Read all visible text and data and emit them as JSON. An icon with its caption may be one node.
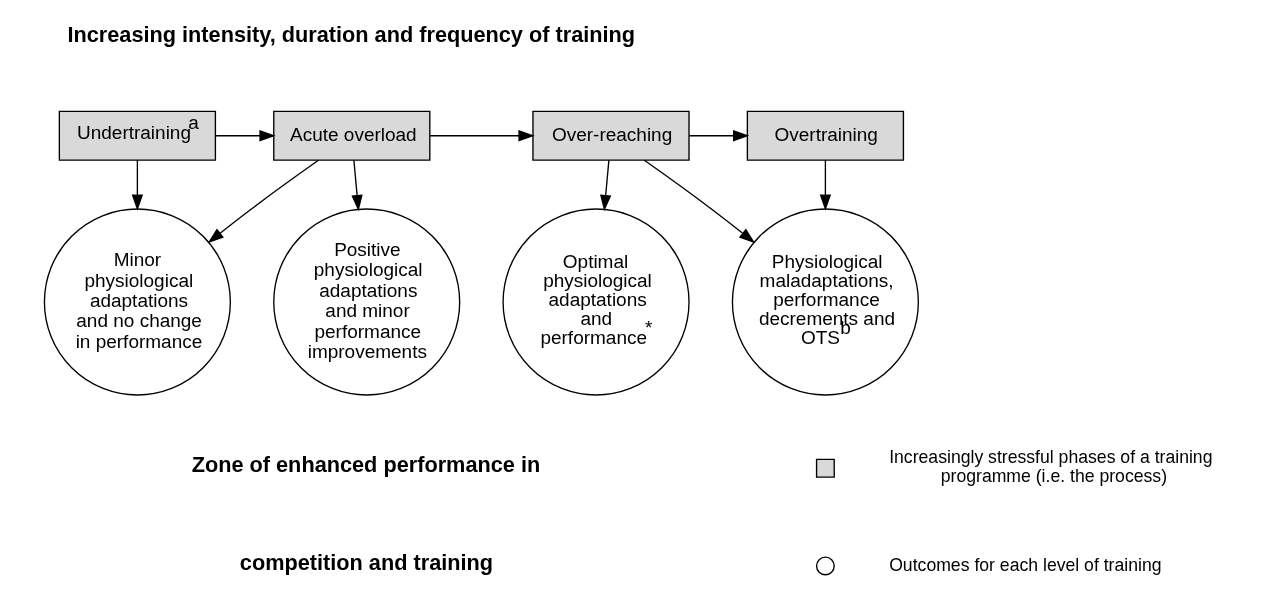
{
  "diagram": {
    "nodes": [
      {
        "text": [
          "Undertraining$^{a}$"
        ]
      },
      {
        "text": [
          "Acute overload"
        ]
      },
      {
        "text": [
          "Over-reaching"
        ]
      },
      {
        "text": [
          "Overtraining"
        ]
      },
      {
        "text": [
          "Minor physiological adaptations and no change in performance"
        ]
      },
      {
        "text": [
          "Positive physiological adaptations and minor performance improvements"
        ]
      },
      {
        "text": [
          "Optimal physiological adaptations and performance$^{*}$"
        ]
      },
      {
        "text": [
          "Physiological maladaptations, performance decrements and OTS$^{b}$"
        ]
      }
    ],
    "edges": [
      {
        "from": 0,
        "to": 1,
        "arrow": "to"
      },
      {
        "from": 1,
        "to": 2,
        "arrow": "to"
      },
      {
        "from": 2,
        "to": 3,
        "arrow": "to"
      },
      {
        "from": 0,
        "to": 4,
        "arrow": "to"
      },
      {
        "from": 1,
        "to": 4,
        "arrow": "to"
      },
      {
        "from": 1,
        "to": 5,
        "arrow": "to"
      },
      {
        "from": 2,
        "to": 6,
        "arrow": "to"
      },
      {
        "from": 2,
        "to": 7,
        "arrow": "to"
      },
      {
        "from": 3,
        "to": 7,
        "arrow": "to"
      }
    ],
    "labels": [
      "Increasing intensity, duration and frequency of training",
      "Zone of enhanced performance in",
      "competition and training"
    ],
    "legend": [
      {
        "text": "Increasingly stressful phases of a training programme (i.e. the process)"
      },
      {
        "text": "Outcomes for each level of training"
      }
    ]
  }
}
